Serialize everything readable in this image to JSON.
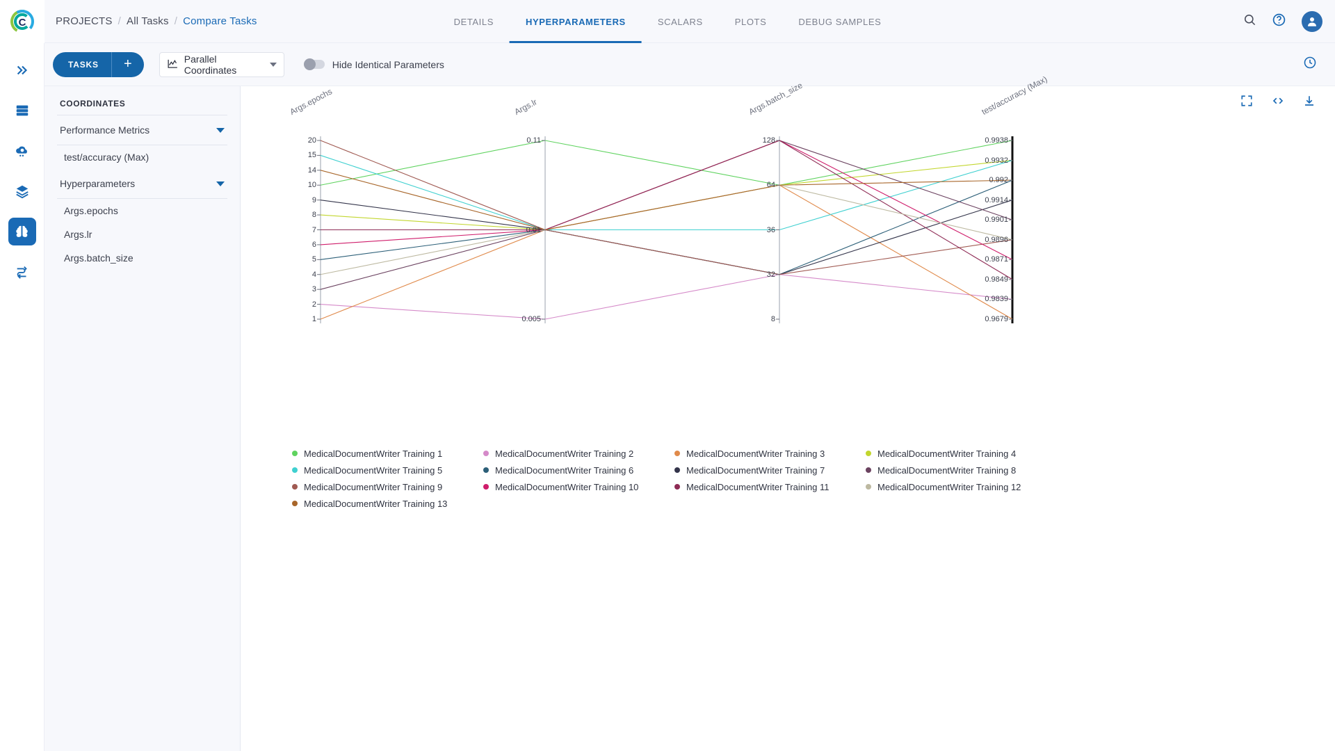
{
  "header": {
    "breadcrumb": [
      {
        "label": "PROJECTS",
        "active": false
      },
      {
        "label": "All Tasks",
        "active": false
      },
      {
        "label": "Compare Tasks",
        "active": true
      }
    ],
    "separator": "/",
    "tabs": [
      {
        "label": "DETAILS",
        "active": false
      },
      {
        "label": "HYPERPARAMETERS",
        "active": true
      },
      {
        "label": "SCALARS",
        "active": false
      },
      {
        "label": "PLOTS",
        "active": false
      },
      {
        "label": "DEBUG SAMPLES",
        "active": false
      }
    ],
    "icons": [
      "search-icon",
      "help-icon",
      "user-avatar-icon"
    ],
    "accent_color": "#1a6ab5"
  },
  "rail": {
    "items": [
      {
        "name": "expand-rail-icon",
        "active": false
      },
      {
        "name": "server-icon",
        "active": false
      },
      {
        "name": "cloud-settings-icon",
        "active": false
      },
      {
        "name": "layers-icon",
        "active": false
      },
      {
        "name": "model-brain-icon",
        "active": true
      },
      {
        "name": "pipelines-icon",
        "active": false
      }
    ]
  },
  "toolbar": {
    "tasks_label": "TASKS",
    "add_label": "+",
    "select_value": "Parallel Coordinates",
    "select_icon": "chart-icon",
    "toggle_label": "Hide Identical Parameters",
    "toggle_on": false,
    "refresh_icon": "auto-refresh-icon"
  },
  "panel": {
    "title": "COORDINATES",
    "groups": [
      {
        "label": "Performance Metrics",
        "expanded": true,
        "items": [
          "test/accuracy (Max)"
        ]
      },
      {
        "label": "Hyperparameters",
        "expanded": true,
        "items": [
          "Args.epochs",
          "Args.lr",
          "Args.batch_size"
        ]
      }
    ]
  },
  "plot_actions": [
    "fullscreen-icon",
    "embed-code-icon",
    "download-icon"
  ],
  "chart_data": {
    "type": "parallel-coordinates",
    "title": "",
    "axes": [
      {
        "name": "Args.epochs",
        "ticks": [
          "20",
          "15",
          "14",
          "10",
          "9",
          "8",
          "7",
          "6",
          "5",
          "4",
          "3",
          "2",
          "1"
        ],
        "values": [
          20,
          15,
          14,
          10,
          9,
          8,
          7,
          6,
          5,
          4,
          3,
          2,
          1
        ],
        "range": [
          1,
          20
        ]
      },
      {
        "name": "Args.lr",
        "ticks": [
          "0.11",
          "0.01",
          "0.005"
        ],
        "values": [
          0.11,
          0.01,
          0.005
        ],
        "range": [
          0.005,
          0.11
        ]
      },
      {
        "name": "Args.batch_size",
        "ticks": [
          "128",
          "64",
          "36",
          "32",
          "8"
        ],
        "values": [
          128,
          64,
          36,
          32,
          8
        ],
        "range": [
          8,
          128
        ]
      },
      {
        "name": "test/accuracy (Max)",
        "ticks": [
          "0.9938",
          "0.9932",
          "0.992",
          "0.9914",
          "0.9901",
          "0.9896",
          "0.9871",
          "0.9849",
          "0.9839",
          "0.9679"
        ],
        "values": [
          0.9938,
          0.9932,
          0.992,
          0.9914,
          0.9901,
          0.9896,
          0.9871,
          0.9849,
          0.9839,
          0.9679
        ],
        "range": [
          0.9679,
          0.9938
        ]
      }
    ],
    "series": [
      {
        "name": "MedicalDocumentWriter Training 1",
        "color": "#5fd35f",
        "values": [
          10,
          0.11,
          64,
          0.9938
        ]
      },
      {
        "name": "MedicalDocumentWriter Training 2",
        "color": "#d58ac9",
        "values": [
          2,
          0.005,
          32,
          0.9839
        ]
      },
      {
        "name": "MedicalDocumentWriter Training 3",
        "color": "#e08a4b",
        "values": [
          1,
          0.01,
          64,
          0.9679
        ]
      },
      {
        "name": "MedicalDocumentWriter Training 4",
        "color": "#c2d62e",
        "values": [
          8,
          0.01,
          64,
          0.9932
        ]
      },
      {
        "name": "MedicalDocumentWriter Training 5",
        "color": "#3fd0d0",
        "values": [
          15,
          0.01,
          36,
          0.9932
        ]
      },
      {
        "name": "MedicalDocumentWriter Training 6",
        "color": "#2c5f78",
        "values": [
          5,
          0.01,
          32,
          0.992
        ]
      },
      {
        "name": "MedicalDocumentWriter Training 7",
        "color": "#33344a",
        "values": [
          9,
          0.01,
          32,
          0.9914
        ]
      },
      {
        "name": "MedicalDocumentWriter Training 8",
        "color": "#6b4260",
        "values": [
          3,
          0.01,
          128,
          0.9901
        ]
      },
      {
        "name": "MedicalDocumentWriter Training 9",
        "color": "#a05a52",
        "values": [
          20,
          0.01,
          32,
          0.9896
        ]
      },
      {
        "name": "MedicalDocumentWriter Training 10",
        "color": "#cf1d6b",
        "values": [
          6,
          0.01,
          128,
          0.9871
        ]
      },
      {
        "name": "MedicalDocumentWriter Training 11",
        "color": "#8e2b55",
        "values": [
          7,
          0.01,
          128,
          0.9849
        ]
      },
      {
        "name": "MedicalDocumentWriter Training 12",
        "color": "#bdb9a1",
        "values": [
          4,
          0.01,
          64,
          0.9896
        ]
      },
      {
        "name": "MedicalDocumentWriter Training 13",
        "color": "#a8662a",
        "values": [
          14,
          0.01,
          64,
          0.992
        ]
      }
    ],
    "legend_position": "bottom"
  }
}
